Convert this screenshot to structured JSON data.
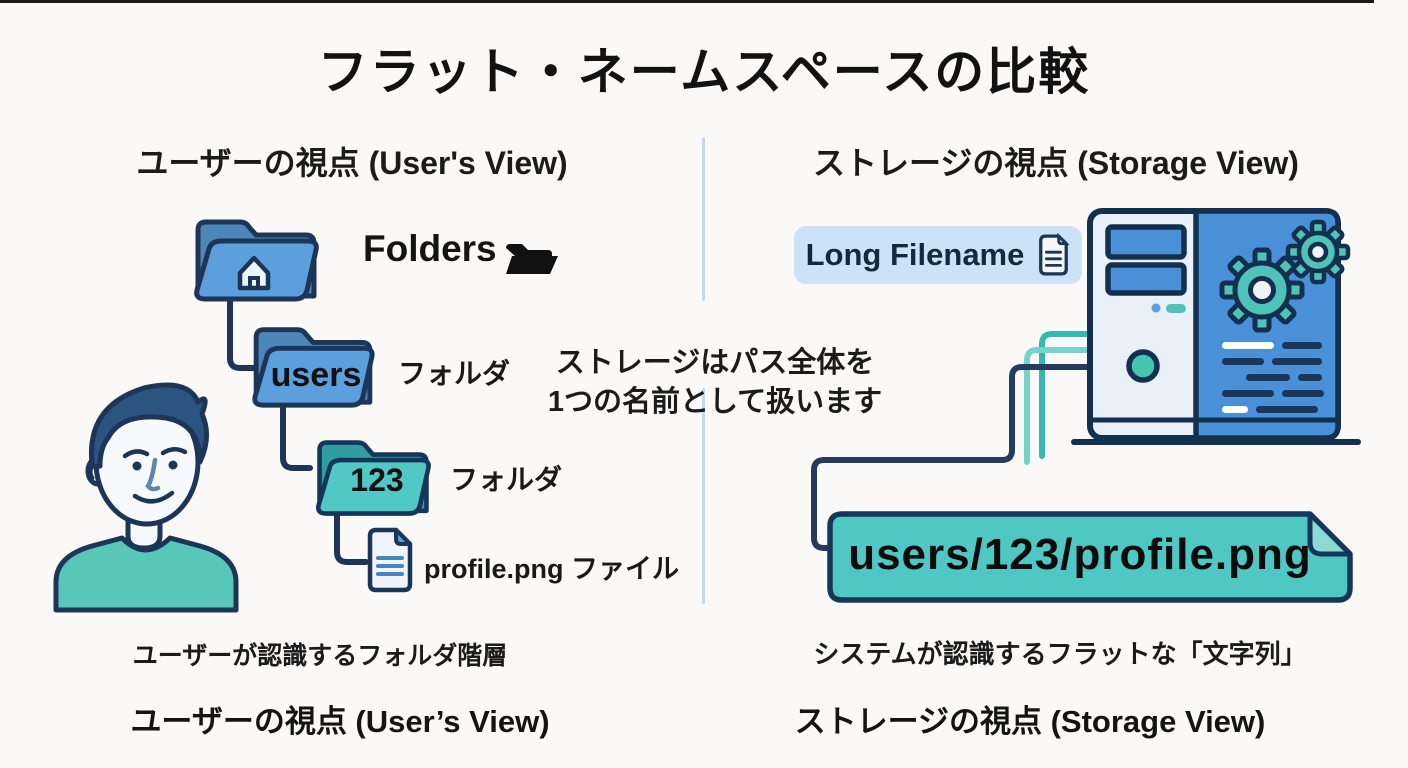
{
  "title": "フラット・ネームスペースの比較",
  "left": {
    "header": "ユーザーの視点 (User's View)",
    "legend": "Folders",
    "tree": {
      "users_folder": "users",
      "id_folder": "123",
      "users_label": "フォルダ",
      "id_label": "フォルダ",
      "file_label": "profile.png ファイル"
    },
    "caption": "ユーザーが認識するフォルダ階層",
    "footer": "ユーザーの視点 (User’s View)"
  },
  "center": {
    "line1": "ストレージはパス全体を",
    "line2": "1つの名前として扱います"
  },
  "right": {
    "header": "ストレージの視点 (Storage View)",
    "badge": "Long Filename",
    "path": "users/123/profile.png",
    "caption": "システムが認識するフラットな「文字列」",
    "footer": "ストレージの視点 (Storage View)"
  },
  "colors": {
    "background": "#faf9f7",
    "outline_navy": "#1d3557",
    "folder_blue": "#5ba0dc",
    "folder_blue_dark": "#4d87ba",
    "folder_teal": "#52c8c4",
    "folder_teal_dark": "#2f9e9e",
    "server_panel_blue": "#4a90d9",
    "gear_teal": "#4fc3b8",
    "badge_blue": "#cde2f6",
    "path_box_teal": "#4fc8c4",
    "divider_blue": "#c3d9eb",
    "person_shirt_teal": "#58c7b7",
    "person_hair_navy": "#2b5480"
  }
}
